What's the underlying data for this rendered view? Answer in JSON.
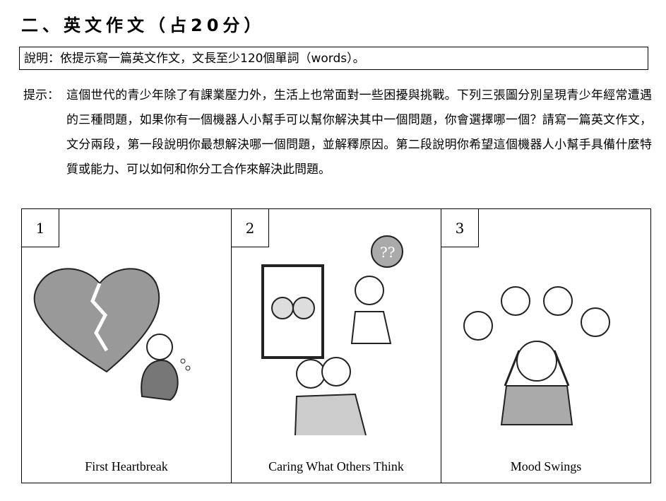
{
  "title": "二、英文作文（占20分）",
  "instruction": "說明：依提示寫一篇英文作文，文長至少120個單詞（words）。",
  "hint": {
    "label": "提示：",
    "text": "這個世代的青少年除了有課業壓力外，生活上也常面對一些困擾與挑戰。下列三張圖分別呈現青少年經常遭遇的三種問題，如果你有一個機器人小幫手可以幫你解決其中一個問題，你會選擇哪一個？請寫一篇英文作文，文分兩段，第一段說明你最想解決哪一個問題，並解釋原因。第二段說明你希望這個機器人小幫手具備什麼特質或能力、可以如何和你分工合作來解決此問題。"
  },
  "panels": [
    {
      "number": "1",
      "caption": "First Heartbreak"
    },
    {
      "number": "2",
      "caption": "Caring What Others Think"
    },
    {
      "number": "3",
      "caption": "Mood Swings"
    }
  ]
}
